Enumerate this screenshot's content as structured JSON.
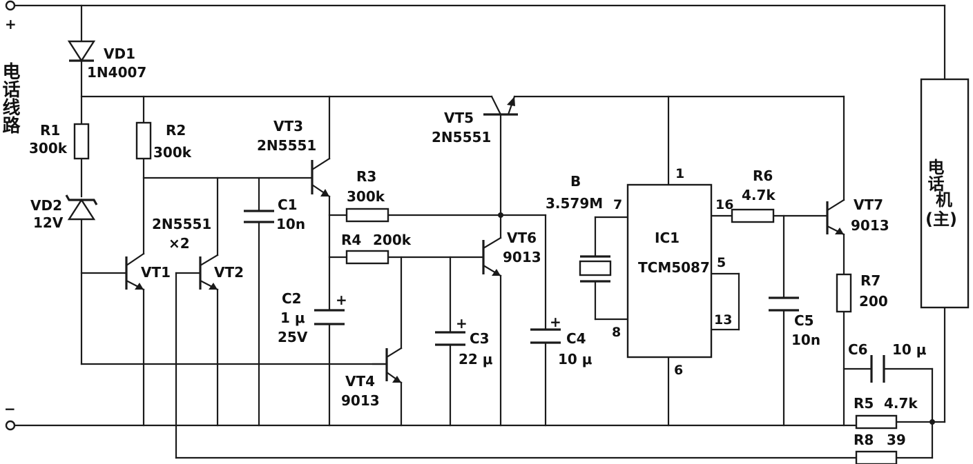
{
  "terminals": {
    "plus": "+",
    "minus": "−",
    "line_label": "电话线路"
  },
  "phone": {
    "label1": "电话",
    "label2": "机",
    "label3": "(主)"
  },
  "vd1": {
    "name": "VD1",
    "part": "1N4007"
  },
  "vd2": {
    "name": "VD2",
    "part": "12V"
  },
  "r1": {
    "name": "R1",
    "value": "300k"
  },
  "r2": {
    "name": "R2",
    "value": "300k"
  },
  "vt12": {
    "part": "2N5551",
    "qty": "×2",
    "vt1": "VT1",
    "vt2": "VT2"
  },
  "vt3": {
    "name": "VT3",
    "part": "2N5551"
  },
  "c1": {
    "name": "C1",
    "value": "10n"
  },
  "r3": {
    "name": "R3",
    "value": "300k"
  },
  "r4": {
    "name": "R4",
    "value": "200k"
  },
  "c2": {
    "name": "C2",
    "value1": "1 μ",
    "value2": "25V",
    "polarity": "+"
  },
  "vt4": {
    "name": "VT4",
    "part": "9013"
  },
  "c3": {
    "name": "C3",
    "value": "22 μ",
    "polarity": "+"
  },
  "vt5": {
    "name": "VT5",
    "part": "2N5551"
  },
  "vt6": {
    "name": "VT6",
    "part": "9013"
  },
  "c4": {
    "name": "C4",
    "value": "10 μ",
    "polarity": "+"
  },
  "crystal": {
    "name": "B",
    "value": "3.579M"
  },
  "ic1": {
    "name": "IC1",
    "part": "TCM5087",
    "pins": {
      "p1": "1",
      "p7": "7",
      "p8": "8",
      "p16": "16",
      "p5": "5",
      "p13": "13",
      "p6": "6"
    }
  },
  "r6": {
    "name": "R6",
    "value": "4.7k"
  },
  "c5": {
    "name": "C5",
    "value": "10n"
  },
  "vt7": {
    "name": "VT7",
    "part": "9013"
  },
  "r7": {
    "name": "R7",
    "value": "200"
  },
  "c6": {
    "name": "C6",
    "value": "10 μ"
  },
  "r5": {
    "name": "R5",
    "value": "4.7k"
  },
  "r8": {
    "name": "R8",
    "value": "39"
  }
}
